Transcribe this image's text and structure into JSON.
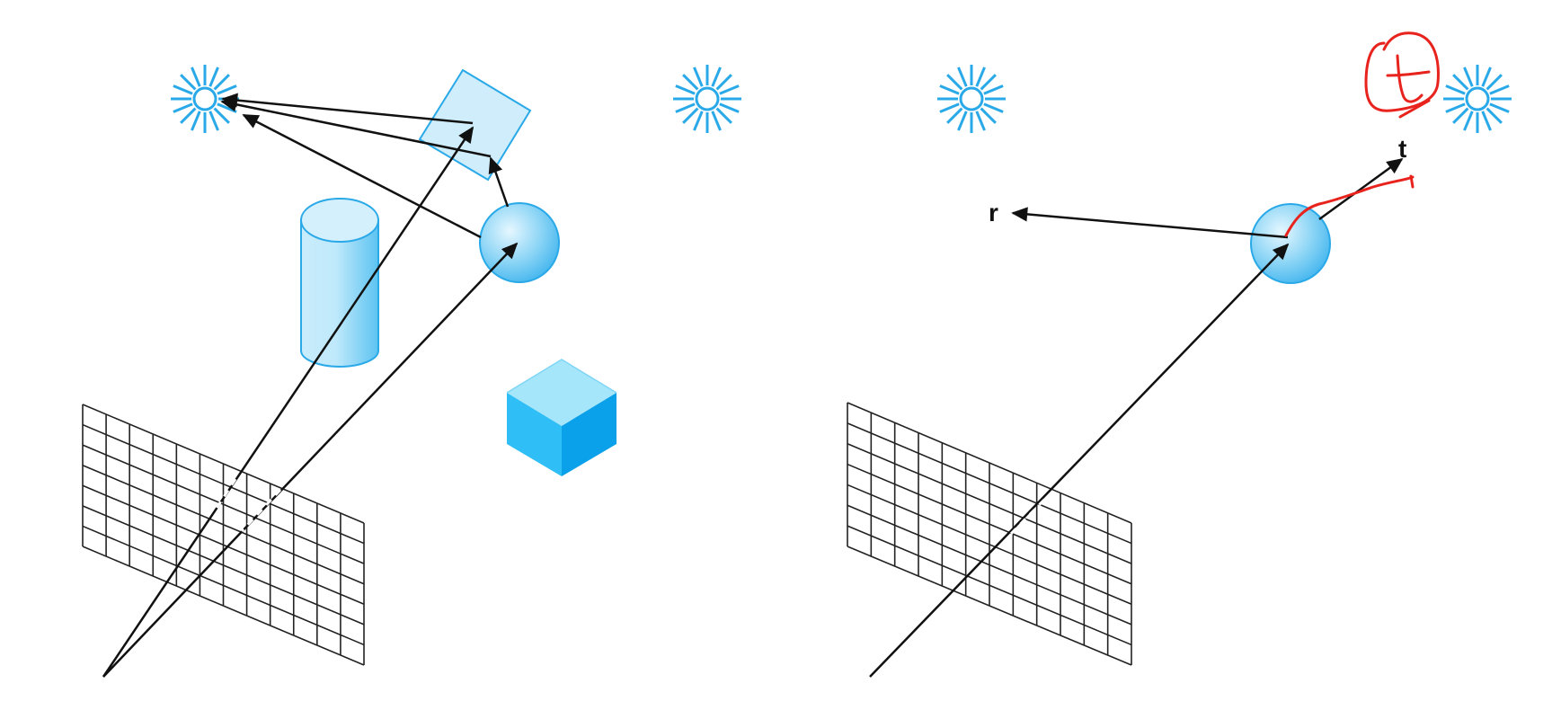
{
  "figure": {
    "left_panel": {
      "name": "ray-tracing-scene"
    },
    "right_panel": {
      "name": "reflection-refraction-rays",
      "labels": {
        "reflected": "r",
        "transmitted": "t"
      },
      "annotation": {
        "handwritten": "t",
        "ink_color": "#e8231d"
      }
    }
  },
  "colors": {
    "light": "#2aa9e8",
    "object_fill": "#9bdcf7",
    "object_stroke": "#2aa9e8",
    "cube_top": "#a6e6fb",
    "cube_left": "#2fbff6",
    "cube_right": "#0aa0ea",
    "ray": "#111111",
    "grid": "#222222"
  },
  "icons": [
    "light-source-icon"
  ]
}
